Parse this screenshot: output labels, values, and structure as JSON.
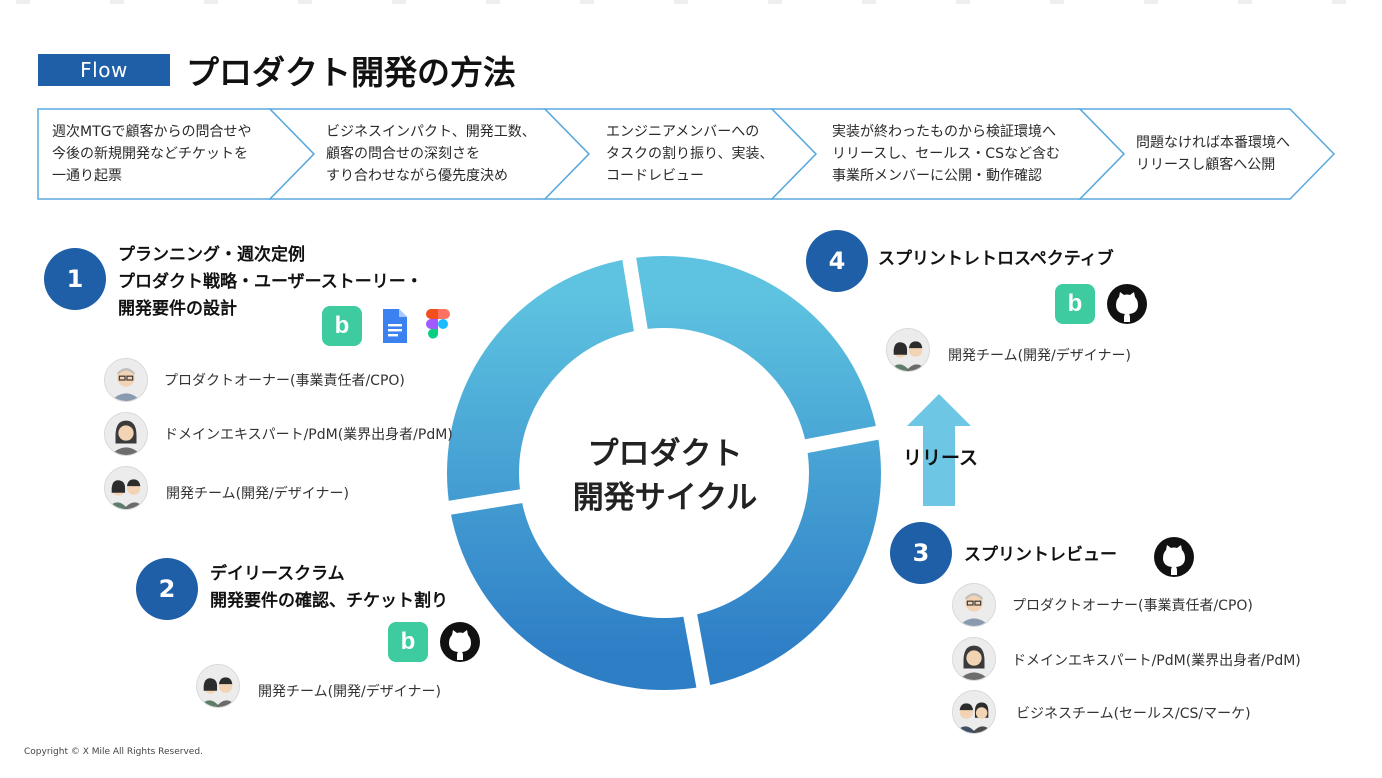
{
  "header": {
    "badge": "Flow",
    "title": "プロダクト開発の方法"
  },
  "steps": [
    {
      "lines": [
        "週次MTGで顧客からの問合せや",
        "今後の新規開発などチケットを",
        "一通り起票"
      ]
    },
    {
      "lines": [
        "ビジネスインパクト、開発工数、",
        "顧客の問合せの深刻さを",
        "すり合わせながら優先度決め"
      ]
    },
    {
      "lines": [
        "エンジニアメンバーへの",
        "タスクの割り振り、実装、",
        "コードレビュー"
      ]
    },
    {
      "lines": [
        "実装が終わったものから検証環境へ",
        "リリースし、セールス・CSなど含む",
        "事業所メンバーに公開・動作確認"
      ]
    },
    {
      "lines": [
        "問題なければ本番環境へ",
        "リリースし顧客へ公開"
      ]
    }
  ],
  "cycle": {
    "lines": [
      "プロダクト",
      "開発サイクル"
    ],
    "colors": {
      "light": "#5ec3e0",
      "dark": "#2e7ec6"
    }
  },
  "release": {
    "label": "リリース",
    "color": "#6cc6e4"
  },
  "phases": [
    {
      "number": "1",
      "title_lines": [
        "プランニング・週次定例",
        "プロダクト戦略・ユーザーストーリー・",
        "開発要件の設計"
      ],
      "tools": [
        "backlog-icon",
        "google-docs-icon",
        "figma-icon"
      ],
      "members": [
        "プロダクトオーナー(事業責任者/CPO)",
        "ドメインエキスパート/PdM(業界出身者/PdM)",
        "開発チーム(開発/デザイナー)"
      ]
    },
    {
      "number": "2",
      "title_lines": [
        "デイリースクラム",
        "開発要件の確認、チケット割り"
      ],
      "tools": [
        "backlog-icon",
        "github-icon"
      ],
      "members": [
        "開発チーム(開発/デザイナー)"
      ]
    },
    {
      "number": "3",
      "title_lines": [
        "スプリントレビュー"
      ],
      "tools": [
        "github-icon"
      ],
      "members": [
        "プロダクトオーナー(事業責任者/CPO)",
        "ドメインエキスパート/PdM(業界出身者/PdM)",
        "ビジネスチーム(セールス/CS/マーケ)"
      ]
    },
    {
      "number": "4",
      "title_lines": [
        "スプリントレトロスペクティブ"
      ],
      "tools": [
        "backlog-icon",
        "github-icon"
      ],
      "members": [
        "開発チーム(開発/デザイナー)"
      ]
    }
  ],
  "tool_glyphs": {
    "backlog": "b"
  },
  "colors": {
    "accent": "#1e5fa8",
    "backlog": "#3ecba0",
    "chevron_border": "#5aa9dd"
  },
  "footer": {
    "copyright": "Copyright © X Mile All Rights Reserved."
  }
}
